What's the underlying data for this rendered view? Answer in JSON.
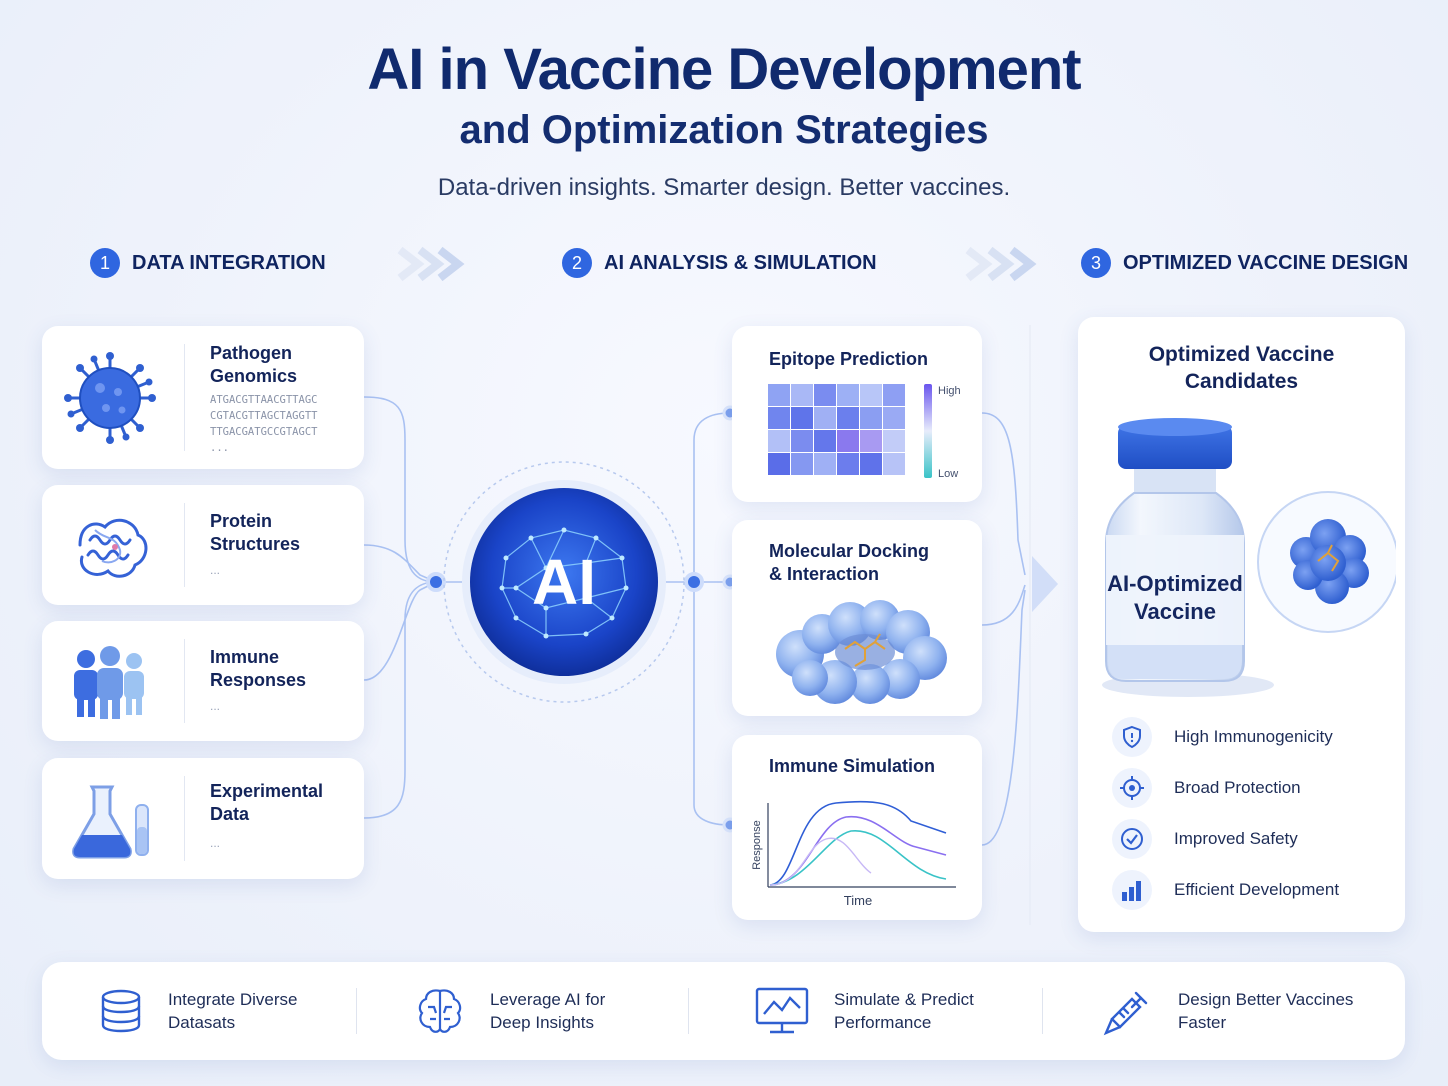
{
  "header": {
    "title": "AI in Vaccine Development",
    "subtitle": "and Optimization Strategies",
    "tagline": "Data-driven insights. Smarter design. Better vaccines."
  },
  "steps": [
    {
      "num": "1",
      "label": "DATA INTEGRATION"
    },
    {
      "num": "2",
      "label": "AI ANALYSIS & SIMULATION"
    },
    {
      "num": "3",
      "label": "OPTIMIZED VACCINE DESIGN"
    }
  ],
  "data_sources": [
    {
      "label_1": "Pathogen",
      "label_2": "Genomics",
      "icon": "virus-icon",
      "sequence": [
        "ATGACGTTAACGTTAGC",
        "CGTACGTTAGCTAGGTT",
        "TTGACGATGCCGTAGCT",
        "..."
      ]
    },
    {
      "label_1": "Protein",
      "label_2": "Structures",
      "icon": "protein-structure-icon",
      "more": "..."
    },
    {
      "label_1": "Immune",
      "label_2": "Responses",
      "icon": "people-icon",
      "more": "..."
    },
    {
      "label_1": "Experimental",
      "label_2": "Data",
      "icon": "flask-icon",
      "more": "..."
    }
  ],
  "ai_core": {
    "label": "AI"
  },
  "analysis": {
    "epitope": {
      "title": "Epitope Prediction",
      "scale_high": "High",
      "scale_low": "Low"
    },
    "docking": {
      "title_1": "Molecular Docking",
      "title_2": "& Interaction"
    },
    "simulation": {
      "title": "Immune Simulation",
      "xlabel": "Time",
      "ylabel": "Response"
    }
  },
  "optimized": {
    "title_1": "Optimized Vaccine",
    "title_2": "Candidates",
    "vial_label_1": "AI-Optimized",
    "vial_label_2": "Vaccine",
    "benefits": [
      {
        "label": "High Immunogenicity",
        "icon": "shield-icon"
      },
      {
        "label": "Broad Protection",
        "icon": "target-icon"
      },
      {
        "label": "Improved Safety",
        "icon": "check-circle-icon"
      },
      {
        "label": "Efficient Development",
        "icon": "bar-chart-icon"
      }
    ]
  },
  "footer": [
    {
      "line_1": "Integrate Diverse",
      "line_2": "Datasats",
      "icon": "database-icon"
    },
    {
      "line_1": "Leverage AI for",
      "line_2": "Deep Insights",
      "icon": "brain-icon"
    },
    {
      "line_1": "Simulate & Predict",
      "line_2": "Performance",
      "icon": "monitor-chart-icon"
    },
    {
      "line_1": "Design Better Vaccines",
      "line_2": "Faster",
      "icon": "syringe-icon"
    }
  ],
  "colors": {
    "accent": "#2f66e0",
    "title": "#102a6e",
    "purple": "#7a5cf0",
    "teal": "#39c3c7"
  }
}
